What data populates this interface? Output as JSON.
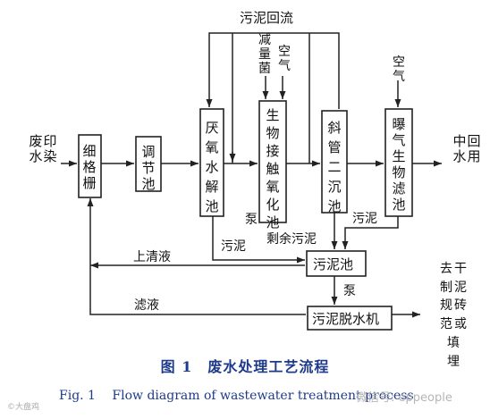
{
  "diagram": {
    "input": "印染废水",
    "output": "中水回用",
    "sludge_disposal": "干泥去制砖或规范填埋",
    "boxes": {
      "fine_screen": "细格栅",
      "equalization_tank": "调节池",
      "hydrolysis_tank": "厌氧水解池",
      "contact_oxidation_tank": "生物接触氧化池",
      "inclined_tube_clarifier": "斜管二沉池",
      "baf": "曝气生物滤池",
      "sludge_tank": "污泥池",
      "dewatering_machine": "污泥脱水机"
    },
    "labels": {
      "sludge_return": "污泥回流",
      "reduced_bacteria": "减量菌",
      "air_1": "空气",
      "air_2": "空气",
      "pump_1": "泵",
      "sludge_1": "污泥",
      "excess_sludge": "剩余污泥",
      "sludge_2": "污泥",
      "supernatant": "上清液",
      "pump_2": "泵",
      "filtrate": "滤液"
    }
  },
  "caption": {
    "cn": "图 1　废水处理工艺流程",
    "en": "Fig. 1　 Flow diagram of wastewater treatment process"
  },
  "watermark": {
    "left": "©大盘鸡",
    "right": "微信号: eppeople"
  }
}
